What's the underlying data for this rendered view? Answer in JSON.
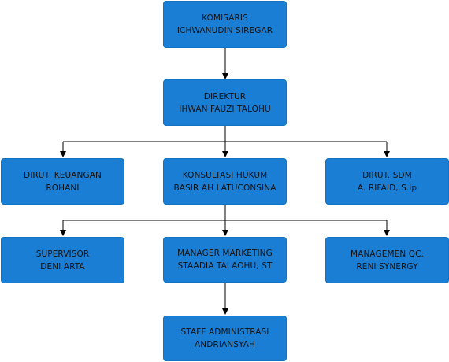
{
  "nodes": {
    "komisaris": {
      "line1": "KOMISARIS",
      "line2": "ICHWANUDIN SIREGAR"
    },
    "direktur": {
      "line1": "DIREKTUR",
      "line2": "IHWAN FAUZI TALOHU"
    },
    "keuangan": {
      "line1": "DIRUT. KEUANGAN",
      "line2": "ROHANI"
    },
    "konsultasi": {
      "line1": "KONSULTASI HUKUM",
      "line2": "BASIR AH LATUCONSINA"
    },
    "sdm": {
      "line1": "DIRUT. SDM",
      "line2": "A. RIFAID, S.ip"
    },
    "supervisor": {
      "line1": "SUPERVISOR",
      "line2": "DENI ARTA"
    },
    "marketing": {
      "line1": "MANAGER MARKETING",
      "line2": "STAADIA TALAOHU, ST"
    },
    "qc": {
      "line1": "MANAGEMEN QC.",
      "line2": "RENI SYNERGY"
    },
    "staff": {
      "line1": "STAFF ADMINISTRASI",
      "line2": "ANDRIANSYAH"
    }
  },
  "colors": {
    "box_fill": "#1a7fd4",
    "box_border": "#1273c4",
    "text": "#111111",
    "connector": "#000000"
  }
}
